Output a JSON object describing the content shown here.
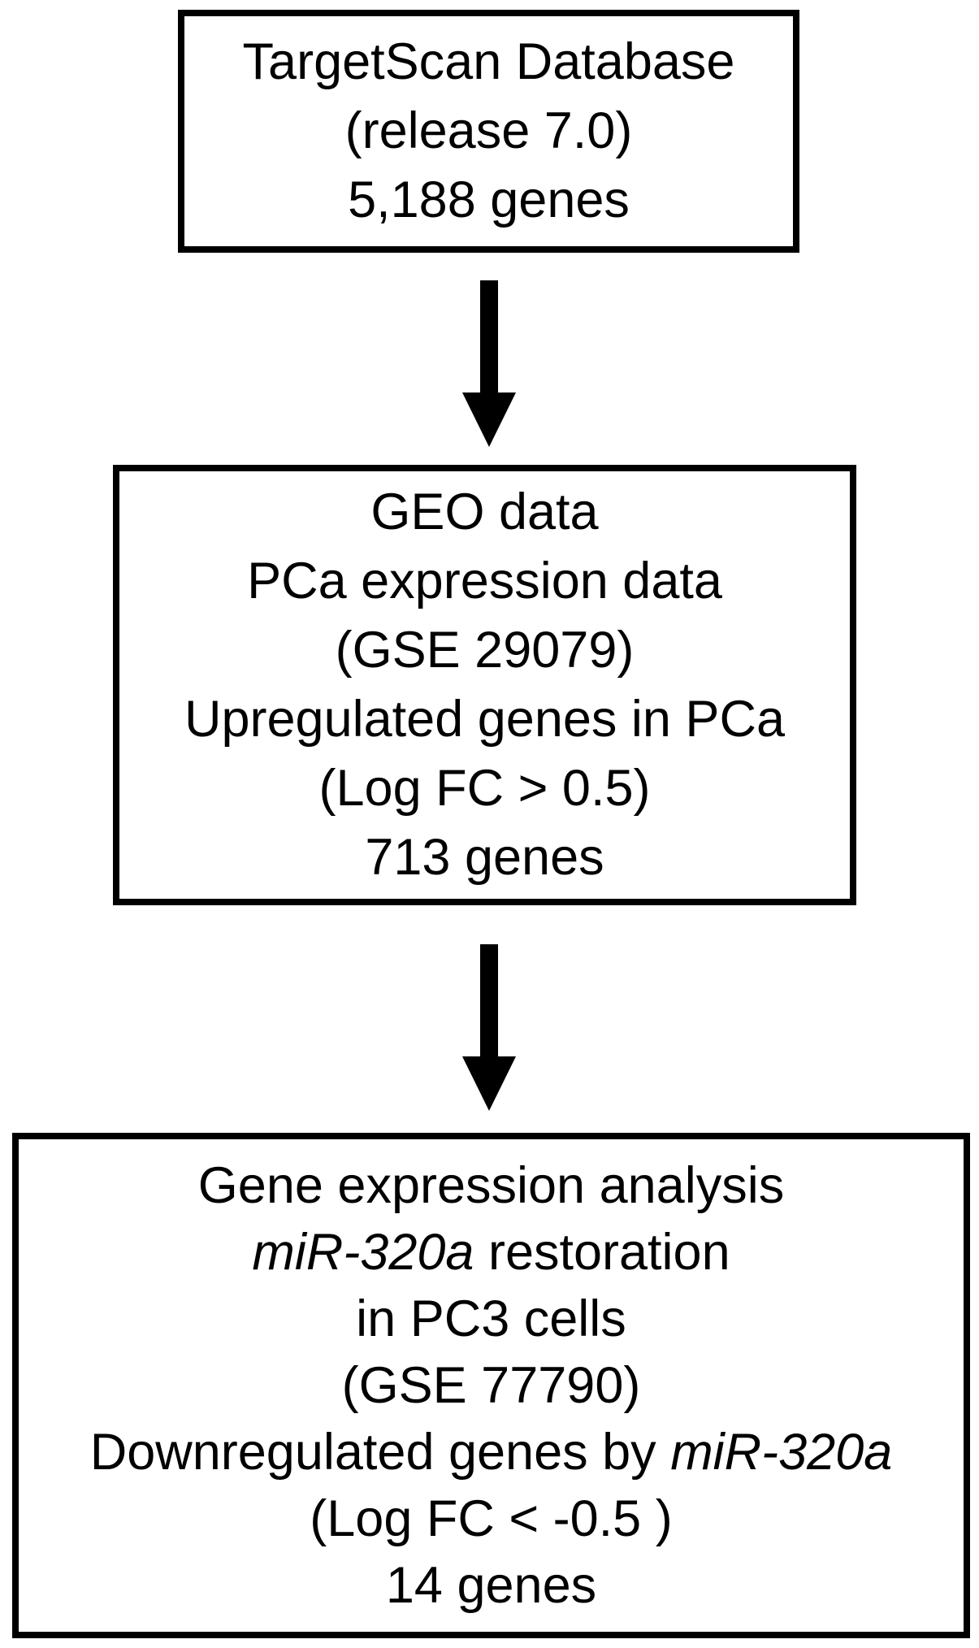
{
  "figure": {
    "colors": {
      "ink": "#000000",
      "background": "#ffffff"
    },
    "boxes": [
      {
        "name": "targetscan-database-box",
        "lines": [
          [
            {
              "t": "TargetScan Database"
            }
          ],
          [
            {
              "t": "(release 7.0)"
            }
          ],
          [
            {
              "t": "5,188 genes"
            }
          ]
        ]
      },
      {
        "name": "geo-data-box",
        "lines": [
          [
            {
              "t": "GEO data"
            }
          ],
          [
            {
              "t": "PCa expression data"
            }
          ],
          [
            {
              "t": "(GSE 29079)"
            }
          ],
          [
            {
              "t": "Upregulated genes in PCa"
            }
          ],
          [
            {
              "t": "(Log FC > 0.5)"
            }
          ],
          [
            {
              "t": "713 genes"
            }
          ]
        ]
      },
      {
        "name": "gene-expression-analysis-box",
        "lines": [
          [
            {
              "t": "Gene expression analysis"
            }
          ],
          [
            {
              "t": "miR-320a",
              "i": true
            },
            {
              "t": " restoration"
            }
          ],
          [
            {
              "t": "in PC3 cells"
            }
          ],
          [
            {
              "t": "(GSE 77790)"
            }
          ],
          [
            {
              "t": "Downregulated genes by "
            },
            {
              "t": "miR-320a",
              "i": true
            }
          ],
          [
            {
              "t": "(Log FC < -0.5 )"
            }
          ],
          [
            {
              "t": "14 genes"
            }
          ]
        ]
      }
    ],
    "icons": [
      "down-arrow",
      "down-arrow"
    ]
  }
}
